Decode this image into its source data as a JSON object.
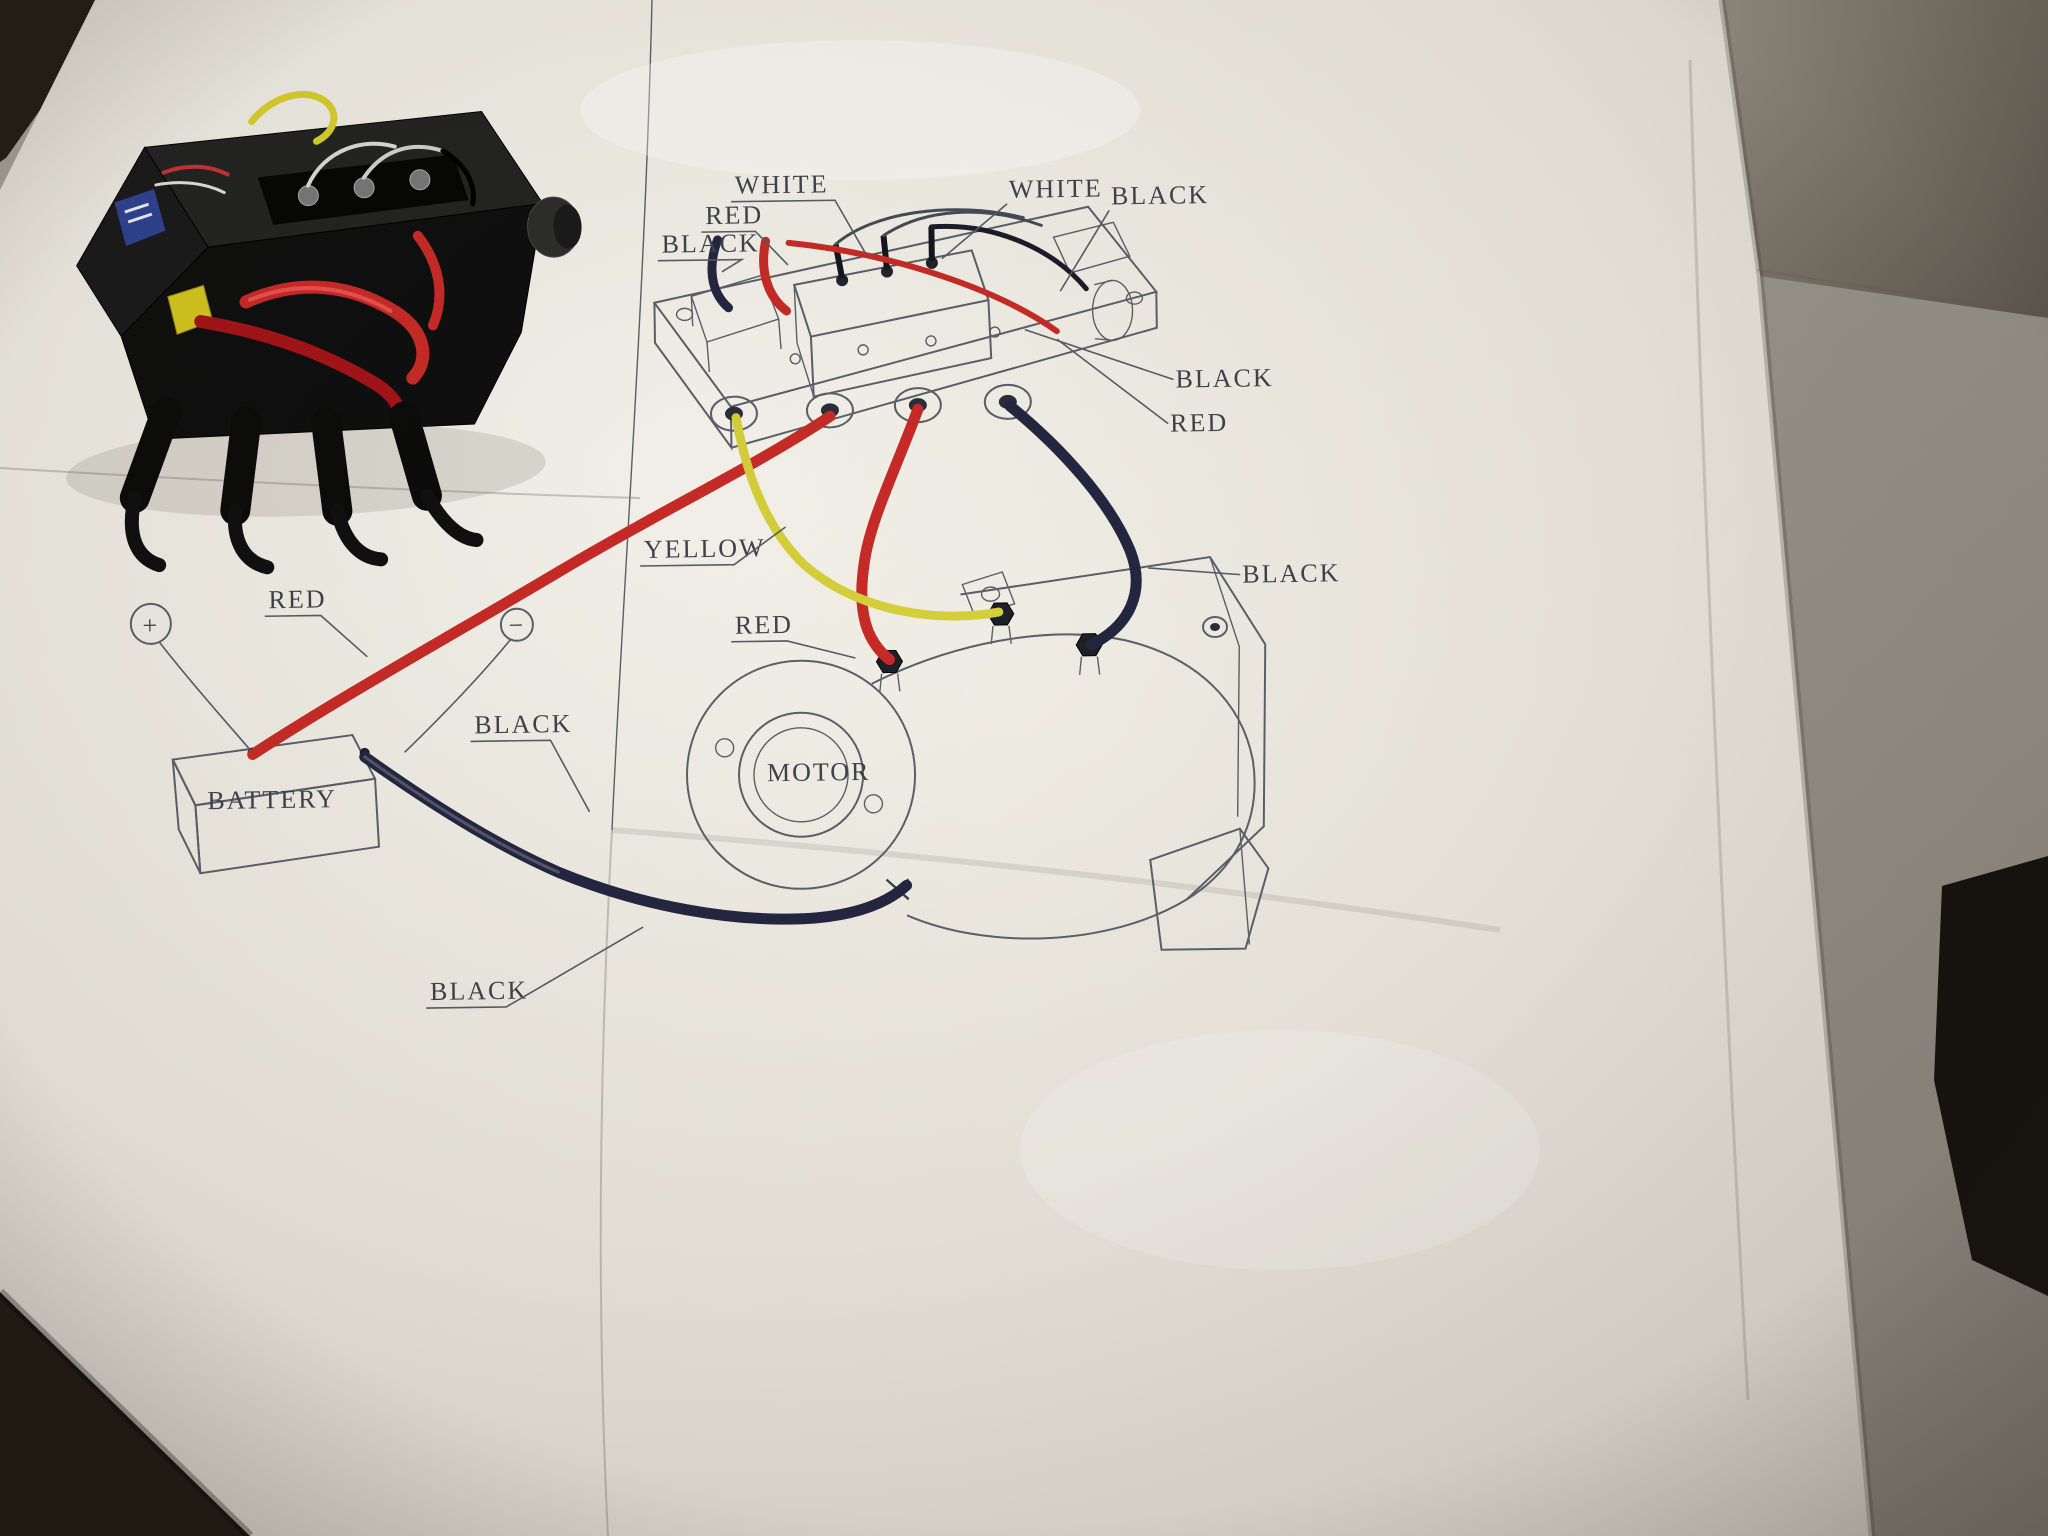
{
  "labels": {
    "white_top": "WHITE",
    "red_top": "RED",
    "black_top": "BLACK",
    "white_upper_right": "WHITE",
    "black_upper_right": "BLACK",
    "black_right": "BLACK",
    "red_right": "RED",
    "yellow": "YELLOW",
    "black_far_right": "BLACK",
    "red_battery": "RED",
    "red_motor": "RED",
    "black_motor": "BLACK",
    "black_bottom": "BLACK",
    "battery": "BATTERY",
    "motor": "MOTOR",
    "plus": "+",
    "minus": "−"
  },
  "colors": {
    "red_wire": "#c62a27",
    "red_wire_dark": "#a31418",
    "yellow_wire": "#d4cf3a",
    "black_wire": "#23263f",
    "ink_line": "#596069",
    "paper": "#ece9e1"
  }
}
